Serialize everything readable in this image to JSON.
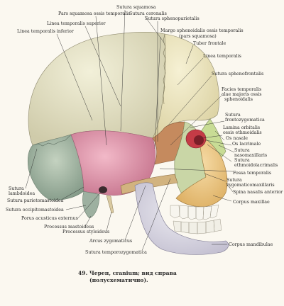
{
  "labels": {
    "sutura_squamosa": "Sutura squamosa",
    "pars_squamosa": "Pars squamosa ossis temporalis",
    "sutura_coronalis": "Sutura coronalis",
    "sutura_sphenoparietalis": "Sutura sphenoparietalis",
    "linea_temp_sup": "Linea temporalis superior",
    "linea_temp_inf": "Linea temporalis inferior",
    "margo_spheno": "Margo sphenoidalis ossis temporalis",
    "pars_squamosa_paren": "(pars squamosa)",
    "tuber_frontale": "Tuber frontale",
    "linea_temporalis": "Linea temporalis",
    "sutura_sphenofrontalis": "Sutura sphenofrontalis",
    "facies_temp_1": "Facies temporalis",
    "facies_temp_2": "alae majoris ossis",
    "facies_temp_3": "sphenoidalis",
    "sutura_frontozyg_1": "Sutura",
    "sutura_frontozyg_2": "frontozygomatica",
    "lamina_orb_1": "Lamina orbitalis",
    "lamina_orb_2": "ossis ethmoidalis",
    "os_nasale": "Os nasale",
    "os_lacrimale": "Os lacrimale",
    "sutura_nasomax_1": "Sutura",
    "sutura_nasomax_2": "nasomaxillaris",
    "sutura_ethmoido_1": "Sutura",
    "sutura_ethmoido_2": "ethmoidolacrimalis",
    "fossa_temporalis": "Fossa temporalis",
    "sutura_zygomax_1": "Sutura",
    "sutura_zygomax_2": "zygomaticomaxillaris",
    "spina_nasalis": "Spina nasalis anterior",
    "corpus_maxillae": "Corpus maxillae",
    "sutura_lambdoidea_1": "Sutura",
    "sutura_lambdoidea_2": "lambdoidea",
    "sutura_parietomast": "Sutura parietomastoidea",
    "sutura_occipitomast": "Sutura occipitomastoidea",
    "porus_acusticus": "Porus acusticus externus",
    "processus_mastoideus": "Processus mastoideus",
    "processus_styloideus": "Processus styloideus",
    "arcus_zygomaticus": "Arcus zygomaticus",
    "sutura_temporozyg": "Sutura temporozygomatica",
    "corpus_mandibulae": "Corpus mandibulae"
  },
  "caption": {
    "line1": "49. Череп, cranium; вид справа",
    "line2": "(полусхематично)."
  },
  "colors": {
    "background": "#fbf8f0",
    "parietal": "#e8e6cc",
    "frontal": "#f0eac9",
    "temporal": "#e59ab0",
    "sphenoid": "#c58a5e",
    "zygomatic": "#c9d6a6",
    "maxilla": "#ecc684",
    "mandible": "#dcd9e6",
    "occipital": "#a9bcaa",
    "nasal": "#c8dc95",
    "orbit": "#c43b46"
  }
}
